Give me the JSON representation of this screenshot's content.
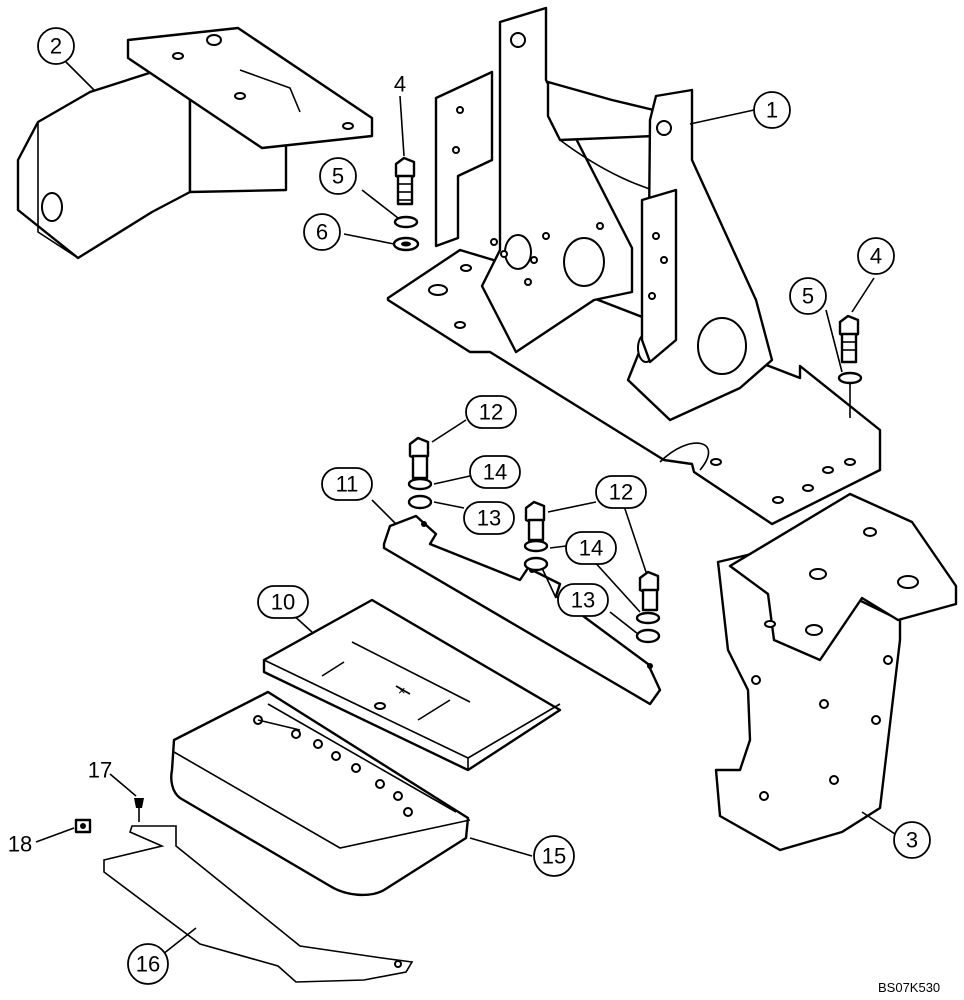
{
  "figure_code": "BS07K530",
  "callouts": {
    "c1": "1",
    "c2": "2",
    "c3": "3",
    "c4a": "4",
    "c4b": "4",
    "c5a": "5",
    "c5b": "5",
    "c6": "6",
    "c10": "10",
    "c11": "11",
    "c12a": "12",
    "c12b": "12",
    "c13a": "13",
    "c13b": "13",
    "c14a": "14",
    "c14b": "14",
    "c15": "15",
    "c16": "16",
    "c17": "17",
    "c18": "18"
  }
}
